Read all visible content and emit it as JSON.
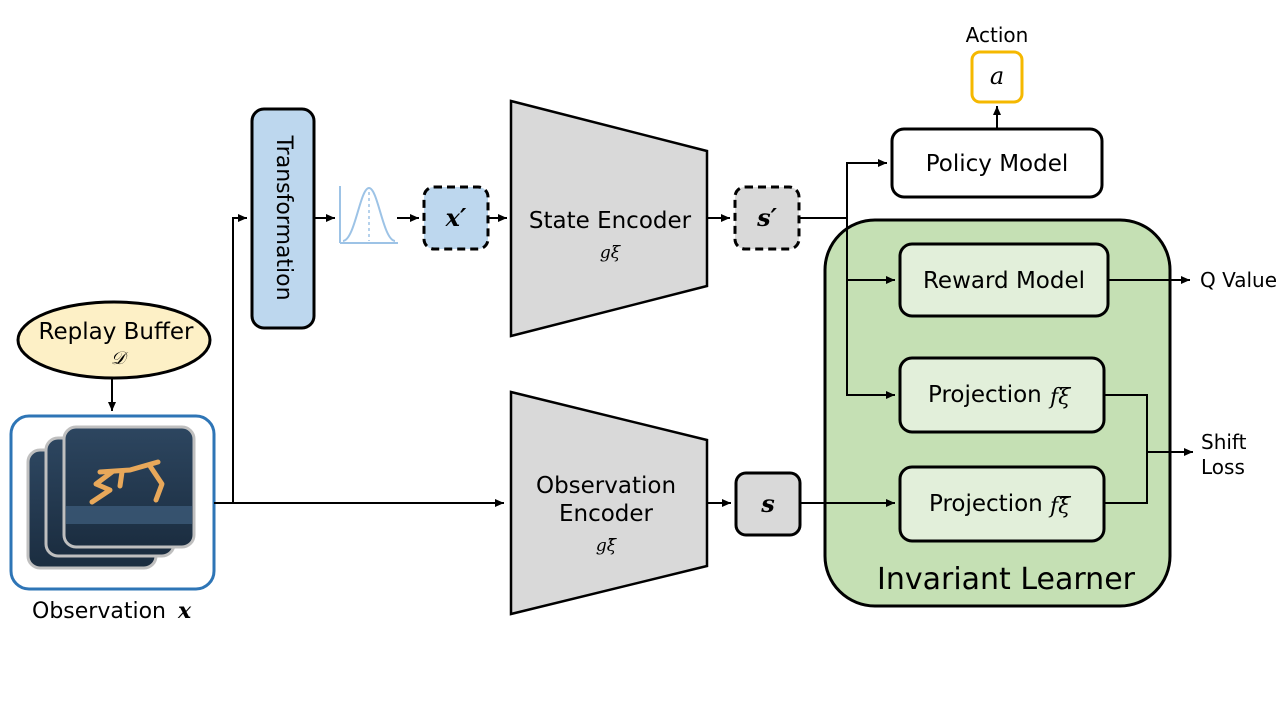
{
  "labels": {
    "action": "Action",
    "action_symbol": "a",
    "policy_model": "Policy Model",
    "transformation": "Transformation",
    "x_prime": "x′",
    "state_encoder": "State Encoder",
    "state_encoder_symbol": "gξ",
    "s_prime": "s′",
    "reward_model": "Reward Model",
    "q_value": "Q Value",
    "projection": "Projection",
    "projection_symbol_1": "fξ",
    "projection_symbol_2": "fξ̄",
    "shift_loss_line1": "Shift",
    "shift_loss_line2": "Loss",
    "replay_buffer": "Replay Buffer",
    "replay_buffer_symbol": "𝒟",
    "observation": "Observation",
    "observation_symbol": "x",
    "observation_encoder_line1": "Observation",
    "observation_encoder_line2": "Encoder",
    "observation_encoder_symbol": "gξ̄",
    "s": "s",
    "invariant_learner": "Invariant Learner"
  },
  "colors": {
    "transformation_fill": "#bdd7ee",
    "replay_buffer_fill": "#fdf0c6",
    "invariant_fill": "#c5e0b4",
    "inner_green_fill": "#e2efda",
    "encoder_fill": "#d9d9d9",
    "action_border": "#f5b800",
    "observation_border": "#2e75b6",
    "distribution_curve": "#9dc3e6"
  }
}
